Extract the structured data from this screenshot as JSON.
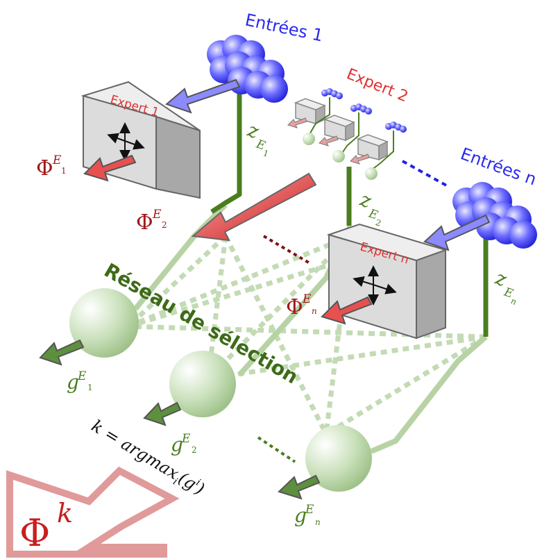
{
  "inputs": {
    "one": "Entrées 1",
    "n": "Entrées n"
  },
  "experts": {
    "one": "Expert 1",
    "two": "Expert 2",
    "n": "Expert n"
  },
  "phi": {
    "base": "Φ",
    "e": "E",
    "one": "1",
    "two": "2",
    "n": "n"
  },
  "z": {
    "base": "z",
    "e": "E",
    "one": "1",
    "two": "2",
    "n": "n"
  },
  "g": {
    "base": "g",
    "e": "E",
    "one": "1",
    "two": "2",
    "n": "n"
  },
  "network_label": "Réseau de sélection",
  "formula": {
    "lhs": "k = argmax",
    "sub": "i",
    "arg": "(g",
    "sup": "i",
    "close": ")"
  },
  "result": {
    "base": "Φ",
    "sup": "k"
  },
  "colors": {
    "input_blue": "#3a3aff",
    "expert_red": "#d42020",
    "green_dark": "#4a7d1e",
    "green_light": "#b7d3a5",
    "result_pink": "#e5a0a0"
  }
}
